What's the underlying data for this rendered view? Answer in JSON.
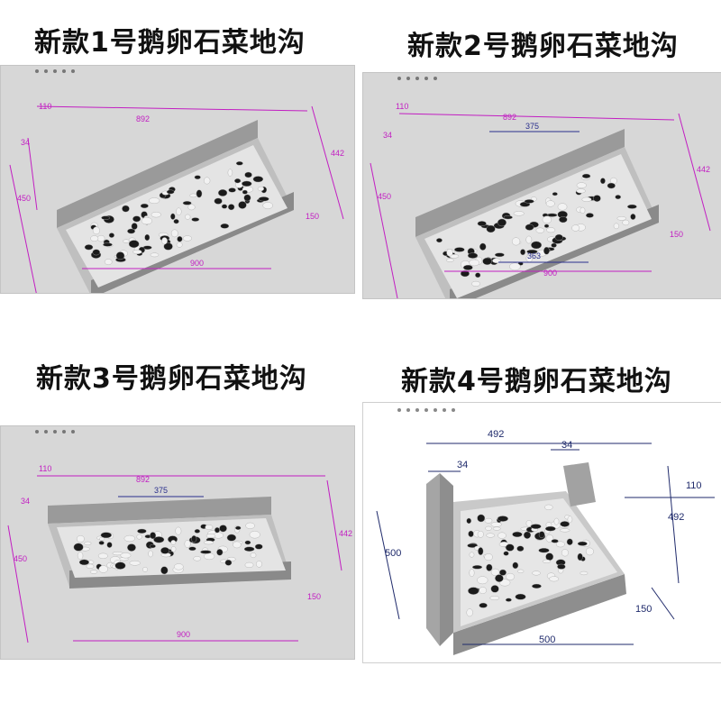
{
  "products": [
    {
      "title": "新款1号鹅卵石菜地沟",
      "dims": {
        "top_oval": "892",
        "left_top": "110",
        "left_34": "34",
        "left_450": "450",
        "right_442": "442",
        "right_150": "150",
        "bottom": "900"
      }
    },
    {
      "title": "新款2号鹅卵石菜地沟",
      "dims": {
        "top_oval": "892",
        "left_top": "110",
        "left_34": "34",
        "left_450": "450",
        "right_442": "442",
        "right_150": "150",
        "bottom": "900",
        "gap_top": "375",
        "gap_bottom": "363"
      }
    },
    {
      "title": "新款3号鹅卵石菜地沟",
      "dims": {
        "top_oval": "892",
        "left_top": "110",
        "left_34": "34",
        "left_450": "450",
        "right_442": "442",
        "right_150": "150",
        "bottom": "900",
        "gap_top": "375"
      }
    },
    {
      "title": "新款4号鹅卵石菜地沟",
      "dims": {
        "top_492": "492",
        "top_34": "34",
        "left_34": "34",
        "right_492": "492",
        "right_110": "110",
        "left_500": "500",
        "right_150": "150",
        "bottom_500": "500"
      }
    }
  ],
  "colors": {
    "dimension": "#c21ec2",
    "dimension_blue": "#2a2f8c",
    "panel_bg": "#d7d7d7",
    "metal": "#8e8e8e",
    "stone_dark": "#1b1b1b",
    "stone_light": "#f2f2f2"
  }
}
